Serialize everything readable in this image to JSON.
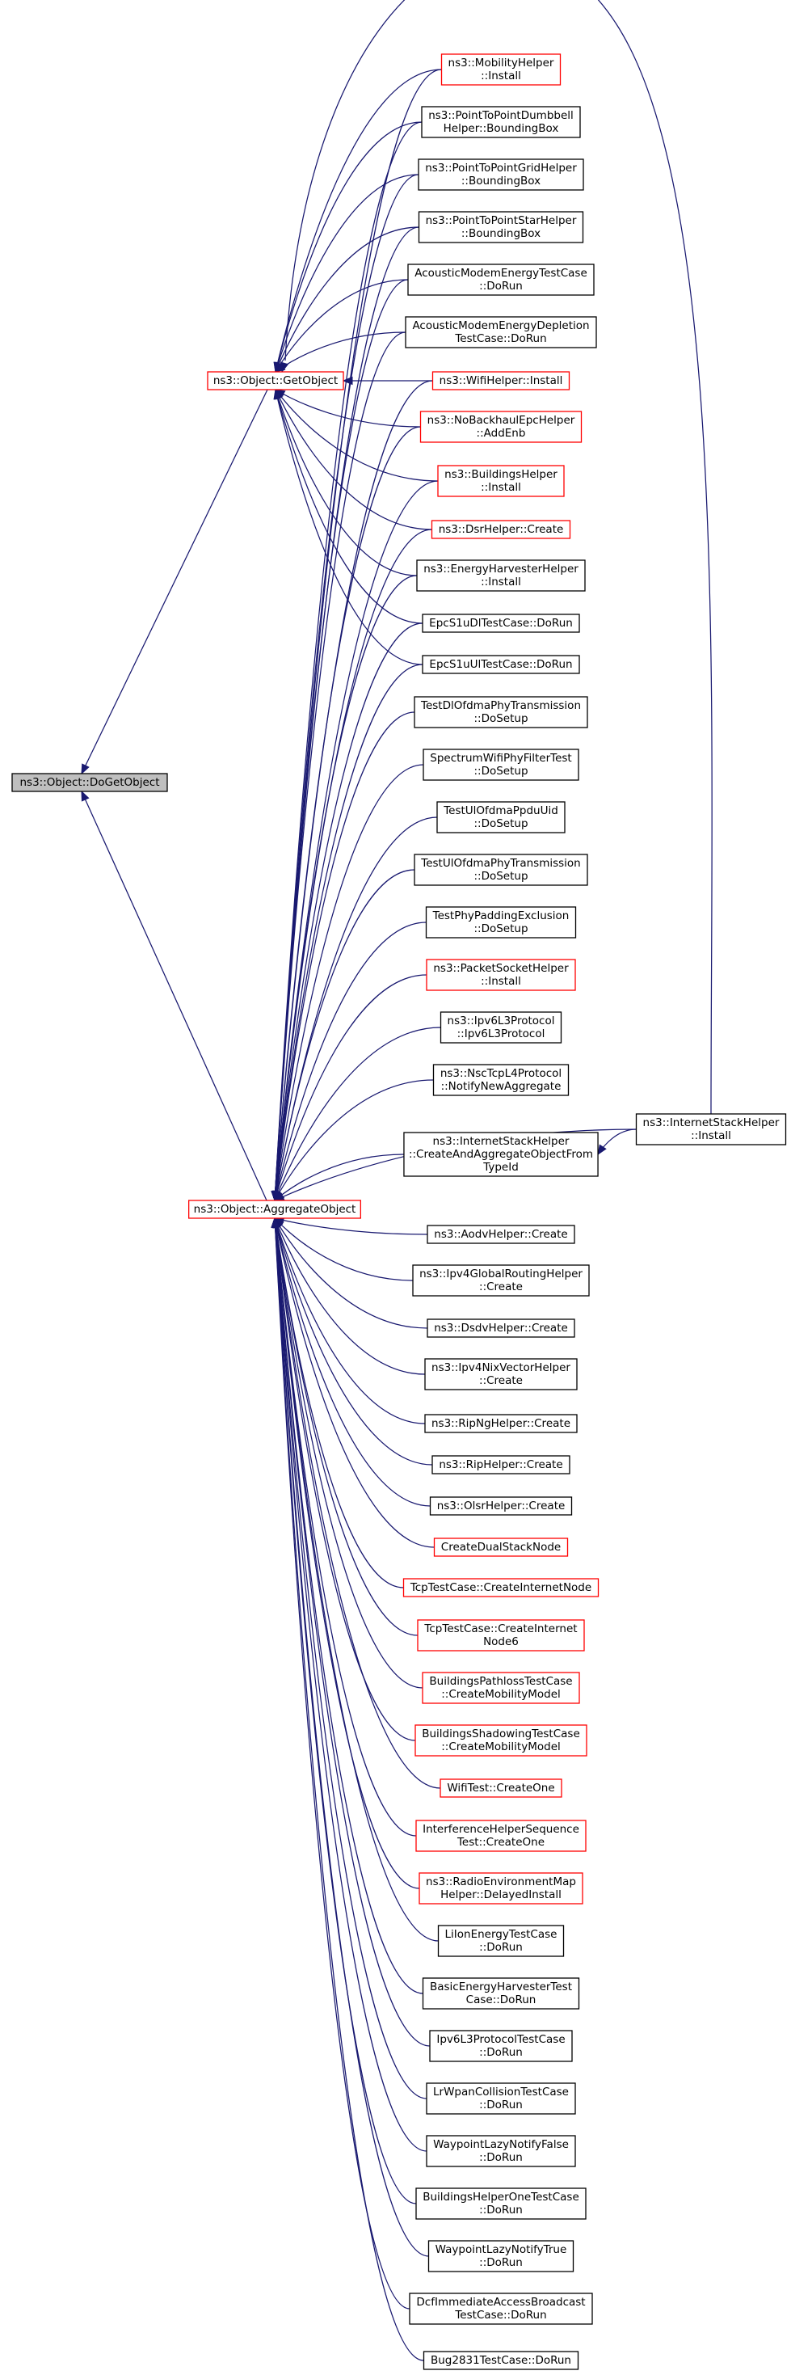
{
  "colors": {
    "edge": "#191970",
    "border_normal": "#000000",
    "border_truncated": "#ff0000",
    "root_fill": "#bfbfbf"
  },
  "nodes": {
    "doGetObject": {
      "lines": [
        "ns3::Object::DoGetObject"
      ],
      "style": "root"
    },
    "getObject": {
      "lines": [
        "ns3::Object::GetObject"
      ],
      "style": "red"
    },
    "aggregateObject": {
      "lines": [
        "ns3::Object::AggregateObject"
      ],
      "style": "red"
    },
    "internetStackInstall": {
      "lines": [
        "ns3::InternetStackHelper",
        "::Install"
      ],
      "style": "black"
    },
    "createAndAggregate": {
      "lines": [
        "ns3::InternetStackHelper",
        "::CreateAndAggregateObjectFrom",
        "TypeId"
      ],
      "style": "black"
    },
    "mobilityInstall": {
      "lines": [
        "ns3::MobilityHelper",
        "::Install"
      ],
      "style": "red"
    },
    "dumbbellBBox": {
      "lines": [
        "ns3::PointToPointDumbbell",
        "Helper::BoundingBox"
      ],
      "style": "black"
    },
    "gridBBox": {
      "lines": [
        "ns3::PointToPointGridHelper",
        "::BoundingBox"
      ],
      "style": "black"
    },
    "starBBox": {
      "lines": [
        "ns3::PointToPointStarHelper",
        "::BoundingBox"
      ],
      "style": "black"
    },
    "acousticModem": {
      "lines": [
        "AcousticModemEnergyTestCase",
        "::DoRun"
      ],
      "style": "black"
    },
    "acousticDepletion": {
      "lines": [
        "AcousticModemEnergyDepletion",
        "TestCase::DoRun"
      ],
      "style": "black"
    },
    "wifiInstall": {
      "lines": [
        "ns3::WifiHelper::Install"
      ],
      "style": "red"
    },
    "noBackhaulAddEnb": {
      "lines": [
        "ns3::NoBackhaulEpcHelper",
        "::AddEnb"
      ],
      "style": "red"
    },
    "buildingsInstall": {
      "lines": [
        "ns3::BuildingsHelper",
        "::Install"
      ],
      "style": "red"
    },
    "dsrCreate": {
      "lines": [
        "ns3::DsrHelper::Create"
      ],
      "style": "red"
    },
    "energyHarvesterInstall": {
      "lines": [
        "ns3::EnergyHarvesterHelper",
        "::Install"
      ],
      "style": "black"
    },
    "epcS1uDl": {
      "lines": [
        "EpcS1uDlTestCase::DoRun"
      ],
      "style": "black"
    },
    "epcS1uUl": {
      "lines": [
        "EpcS1uUlTestCase::DoRun"
      ],
      "style": "black"
    },
    "testDlOfdma": {
      "lines": [
        "TestDlOfdmaPhyTransmission",
        "::DoSetup"
      ],
      "style": "black"
    },
    "spectrumWifi": {
      "lines": [
        "SpectrumWifiPhyFilterTest",
        "::DoSetup"
      ],
      "style": "black"
    },
    "testUlOfdmaPpdu": {
      "lines": [
        "TestUlOfdmaPpduUid",
        "::DoSetup"
      ],
      "style": "black"
    },
    "testUlOfdmaPhy": {
      "lines": [
        "TestUlOfdmaPhyTransmission",
        "::DoSetup"
      ],
      "style": "black"
    },
    "phyPadding": {
      "lines": [
        "TestPhyPaddingExclusion",
        "::DoSetup"
      ],
      "style": "black"
    },
    "packetSocketInstall": {
      "lines": [
        "ns3::PacketSocketHelper",
        "::Install"
      ],
      "style": "red"
    },
    "ipv6L3Protocol": {
      "lines": [
        "ns3::Ipv6L3Protocol",
        "::Ipv6L3Protocol"
      ],
      "style": "black"
    },
    "nscTcpL4": {
      "lines": [
        "ns3::NscTcpL4Protocol",
        "::NotifyNewAggregate"
      ],
      "style": "black"
    },
    "aodvCreate": {
      "lines": [
        "ns3::AodvHelper::Create"
      ],
      "style": "black"
    },
    "ipv4GlobalRouting": {
      "lines": [
        "ns3::Ipv4GlobalRoutingHelper",
        "::Create"
      ],
      "style": "black"
    },
    "dsdvCreate": {
      "lines": [
        "ns3::DsdvHelper::Create"
      ],
      "style": "black"
    },
    "ipv4NixVector": {
      "lines": [
        "ns3::Ipv4NixVectorHelper",
        "::Create"
      ],
      "style": "black"
    },
    "ripNgCreate": {
      "lines": [
        "ns3::RipNgHelper::Create"
      ],
      "style": "black"
    },
    "ripCreate": {
      "lines": [
        "ns3::RipHelper::Create"
      ],
      "style": "black"
    },
    "olsrCreate": {
      "lines": [
        "ns3::OlsrHelper::Create"
      ],
      "style": "black"
    },
    "createDualStack": {
      "lines": [
        "CreateDualStackNode"
      ],
      "style": "red"
    },
    "tcpCreateInternet": {
      "lines": [
        "TcpTestCase::CreateInternetNode"
      ],
      "style": "red"
    },
    "tcpCreateInternet6": {
      "lines": [
        "TcpTestCase::CreateInternet",
        "Node6"
      ],
      "style": "red"
    },
    "buildingsPathloss": {
      "lines": [
        "BuildingsPathlossTestCase",
        "::CreateMobilityModel"
      ],
      "style": "red"
    },
    "buildingsShadowing": {
      "lines": [
        "BuildingsShadowingTestCase",
        "::CreateMobilityModel"
      ],
      "style": "red"
    },
    "wifiTestCreateOne": {
      "lines": [
        "WifiTest::CreateOne"
      ],
      "style": "red"
    },
    "interferenceHelper": {
      "lines": [
        "InterferenceHelperSequence",
        "Test::CreateOne"
      ],
      "style": "red"
    },
    "radioEnvMap": {
      "lines": [
        "ns3::RadioEnvironmentMap",
        "Helper::DelayedInstall"
      ],
      "style": "red"
    },
    "liIonEnergy": {
      "lines": [
        "LiIonEnergyTestCase",
        "::DoRun"
      ],
      "style": "black"
    },
    "basicEnergyHarvester": {
      "lines": [
        "BasicEnergyHarvesterTest",
        "Case::DoRun"
      ],
      "style": "black"
    },
    "ipv6L3TestCase": {
      "lines": [
        "Ipv6L3ProtocolTestCase",
        "::DoRun"
      ],
      "style": "black"
    },
    "lrWpanCollision": {
      "lines": [
        "LrWpanCollisionTestCase",
        "::DoRun"
      ],
      "style": "black"
    },
    "waypointFalse": {
      "lines": [
        "WaypointLazyNotifyFalse",
        "::DoRun"
      ],
      "style": "black"
    },
    "buildingsHelperOne": {
      "lines": [
        "BuildingsHelperOneTestCase",
        "::DoRun"
      ],
      "style": "black"
    },
    "waypointTrue": {
      "lines": [
        "WaypointLazyNotifyTrue",
        "::DoRun"
      ],
      "style": "black"
    },
    "dcfImmediate": {
      "lines": [
        "DcfImmediateAccessBroadcast",
        "TestCase::DoRun"
      ],
      "style": "black"
    },
    "bug2831": {
      "lines": [
        "Bug2831TestCase::DoRun"
      ],
      "style": "black"
    }
  },
  "edges": [
    {
      "from": "getObject",
      "to": "doGetObject"
    },
    {
      "from": "aggregateObject",
      "to": "doGetObject"
    },
    {
      "from": "internetStackInstall",
      "to": "getObject"
    },
    {
      "from": "mobilityInstall",
      "to": "getObject"
    },
    {
      "from": "dumbbellBBox",
      "to": "getObject"
    },
    {
      "from": "gridBBox",
      "to": "getObject"
    },
    {
      "from": "starBBox",
      "to": "getObject"
    },
    {
      "from": "acousticModem",
      "to": "getObject"
    },
    {
      "from": "acousticDepletion",
      "to": "getObject"
    },
    {
      "from": "wifiInstall",
      "to": "getObject"
    },
    {
      "from": "noBackhaulAddEnb",
      "to": "getObject"
    },
    {
      "from": "buildingsInstall",
      "to": "getObject"
    },
    {
      "from": "dsrCreate",
      "to": "getObject"
    },
    {
      "from": "energyHarvesterInstall",
      "to": "getObject"
    },
    {
      "from": "epcS1uDl",
      "to": "getObject"
    },
    {
      "from": "epcS1uUl",
      "to": "getObject"
    },
    {
      "from": "mobilityInstall",
      "to": "aggregateObject"
    },
    {
      "from": "dumbbellBBox",
      "to": "aggregateObject"
    },
    {
      "from": "gridBBox",
      "to": "aggregateObject"
    },
    {
      "from": "starBBox",
      "to": "aggregateObject"
    },
    {
      "from": "acousticModem",
      "to": "aggregateObject"
    },
    {
      "from": "acousticDepletion",
      "to": "aggregateObject"
    },
    {
      "from": "wifiInstall",
      "to": "aggregateObject"
    },
    {
      "from": "noBackhaulAddEnb",
      "to": "aggregateObject"
    },
    {
      "from": "buildingsInstall",
      "to": "aggregateObject"
    },
    {
      "from": "dsrCreate",
      "to": "aggregateObject"
    },
    {
      "from": "energyHarvesterInstall",
      "to": "aggregateObject"
    },
    {
      "from": "epcS1uDl",
      "to": "aggregateObject"
    },
    {
      "from": "epcS1uUl",
      "to": "aggregateObject"
    },
    {
      "from": "testDlOfdma",
      "to": "aggregateObject"
    },
    {
      "from": "spectrumWifi",
      "to": "aggregateObject"
    },
    {
      "from": "testUlOfdmaPpdu",
      "to": "aggregateObject"
    },
    {
      "from": "testUlOfdmaPhy",
      "to": "aggregateObject"
    },
    {
      "from": "phyPadding",
      "to": "aggregateObject"
    },
    {
      "from": "packetSocketInstall",
      "to": "aggregateObject"
    },
    {
      "from": "ipv6L3Protocol",
      "to": "aggregateObject"
    },
    {
      "from": "nscTcpL4",
      "to": "aggregateObject"
    },
    {
      "from": "internetStackInstall",
      "to": "aggregateObject"
    },
    {
      "from": "createAndAggregate",
      "to": "aggregateObject"
    },
    {
      "from": "internetStackInstall",
      "to": "createAndAggregate"
    },
    {
      "from": "aodvCreate",
      "to": "aggregateObject"
    },
    {
      "from": "ipv4GlobalRouting",
      "to": "aggregateObject"
    },
    {
      "from": "dsdvCreate",
      "to": "aggregateObject"
    },
    {
      "from": "ipv4NixVector",
      "to": "aggregateObject"
    },
    {
      "from": "ripNgCreate",
      "to": "aggregateObject"
    },
    {
      "from": "ripCreate",
      "to": "aggregateObject"
    },
    {
      "from": "olsrCreate",
      "to": "aggregateObject"
    },
    {
      "from": "createDualStack",
      "to": "aggregateObject"
    },
    {
      "from": "tcpCreateInternet",
      "to": "aggregateObject"
    },
    {
      "from": "tcpCreateInternet6",
      "to": "aggregateObject"
    },
    {
      "from": "buildingsPathloss",
      "to": "aggregateObject"
    },
    {
      "from": "buildingsShadowing",
      "to": "aggregateObject"
    },
    {
      "from": "wifiTestCreateOne",
      "to": "aggregateObject"
    },
    {
      "from": "interferenceHelper",
      "to": "aggregateObject"
    },
    {
      "from": "radioEnvMap",
      "to": "aggregateObject"
    },
    {
      "from": "liIonEnergy",
      "to": "aggregateObject"
    },
    {
      "from": "basicEnergyHarvester",
      "to": "aggregateObject"
    },
    {
      "from": "ipv6L3TestCase",
      "to": "aggregateObject"
    },
    {
      "from": "lrWpanCollision",
      "to": "aggregateObject"
    },
    {
      "from": "waypointFalse",
      "to": "aggregateObject"
    },
    {
      "from": "buildingsHelperOne",
      "to": "aggregateObject"
    },
    {
      "from": "waypointTrue",
      "to": "aggregateObject"
    },
    {
      "from": "dcfImmediate",
      "to": "aggregateObject"
    },
    {
      "from": "bug2831",
      "to": "aggregateObject"
    }
  ]
}
